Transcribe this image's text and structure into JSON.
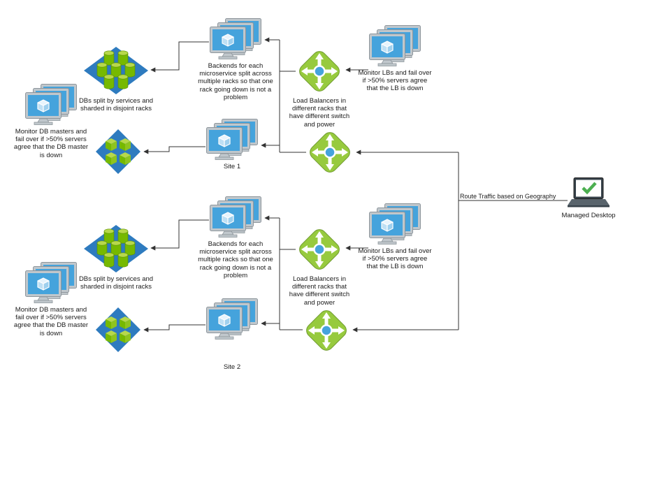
{
  "diagram": {
    "sites": [
      {
        "name": "Site 1"
      },
      {
        "name": "Site 2"
      }
    ],
    "node_labels": {
      "db_cluster": "DBs split by services and sharded in disjoint racks",
      "db_monitor": "Monitor DB masters and fail over if >50% servers agree that the DB master is down",
      "backends": "Backends for each microservice split across multiple racks so that one rack going down is not a problem",
      "load_balancers": "Load Balancers in different racks that have different switch and power",
      "lb_monitor": "Monitor LBs and fail over if >50% servers agree that the LB is down"
    },
    "route_label": "Route Traffic based on Geography",
    "desktop_label": "Managed Desktop",
    "icons": {
      "db_cluster": "database-cylinders-diamond-icon",
      "db_shard": "cubes-diamond-icon",
      "servers": "server-stack-icon",
      "load_balancer": "load-balancer-arrows-icon",
      "desktop": "laptop-check-icon"
    },
    "colors": {
      "diamond_blue": "#2e7bbf",
      "lb_green": "#97ca3e",
      "cylinder_green": "#76b900",
      "cylinder_light": "#b7d84b",
      "screen_blue": "#45a3dc",
      "check_green": "#4caf50",
      "connector": "#333333"
    }
  }
}
